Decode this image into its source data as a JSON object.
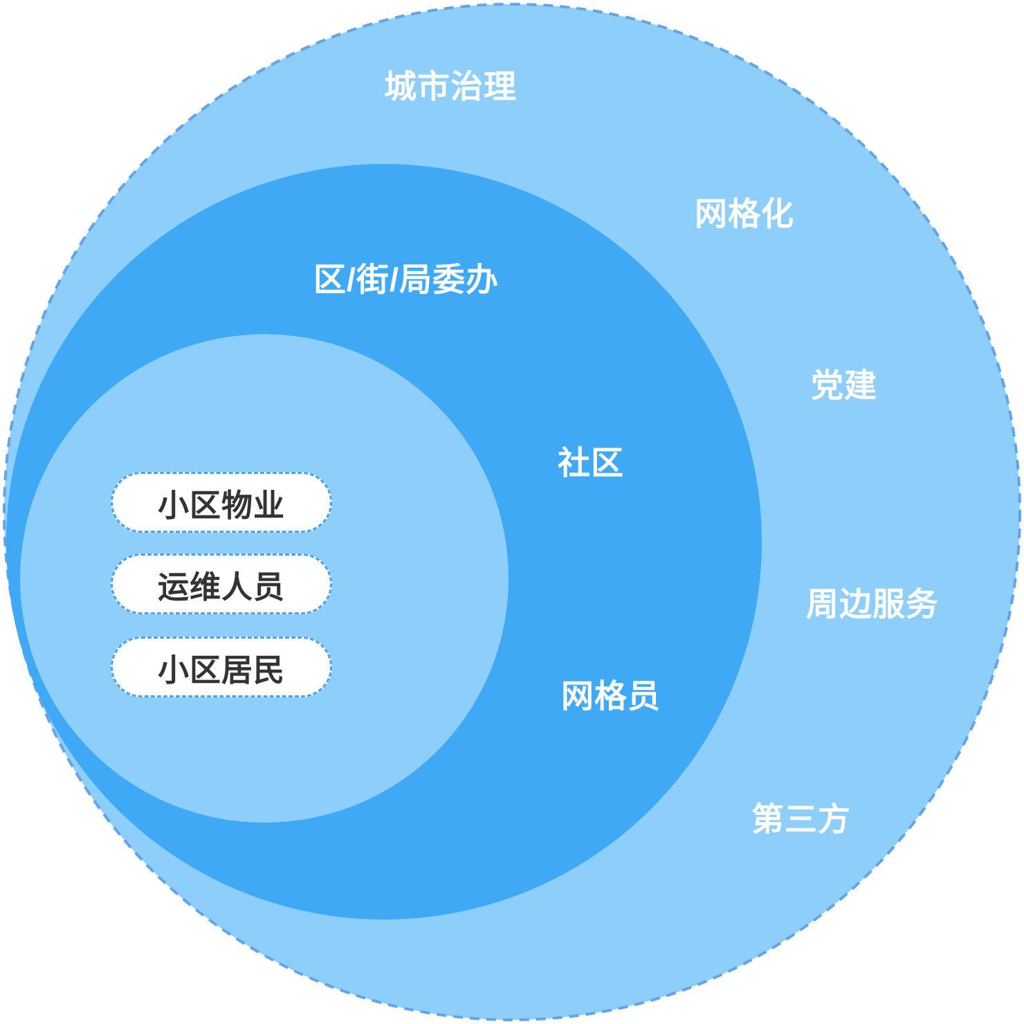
{
  "colors": {
    "light_blue_fill": "#8DCFFA",
    "medium_blue_fill": "#40A9F6",
    "outer_dash_border": "#63A3EA",
    "pill_dash_border": "#4BA3F0",
    "pill_text": "#333333",
    "ring_label_text": "#FFFFFF"
  },
  "outer_ring": {
    "label": "城市治理",
    "satellites": [
      {
        "id": "gridding",
        "label": "网格化"
      },
      {
        "id": "party",
        "label": "党建"
      },
      {
        "id": "services",
        "label": "周边服务"
      },
      {
        "id": "third-party",
        "label": "第三方"
      }
    ]
  },
  "middle_ring": {
    "label": "区/街/局委办",
    "sublabels": [
      {
        "id": "community",
        "label": "社区"
      },
      {
        "id": "grid-worker",
        "label": "网格员"
      }
    ]
  },
  "inner_ring": {
    "pills": [
      {
        "id": "property-management",
        "label": "小区物业"
      },
      {
        "id": "operations-staff",
        "label": "运维人员"
      },
      {
        "id": "residents",
        "label": "小区居民"
      }
    ]
  }
}
